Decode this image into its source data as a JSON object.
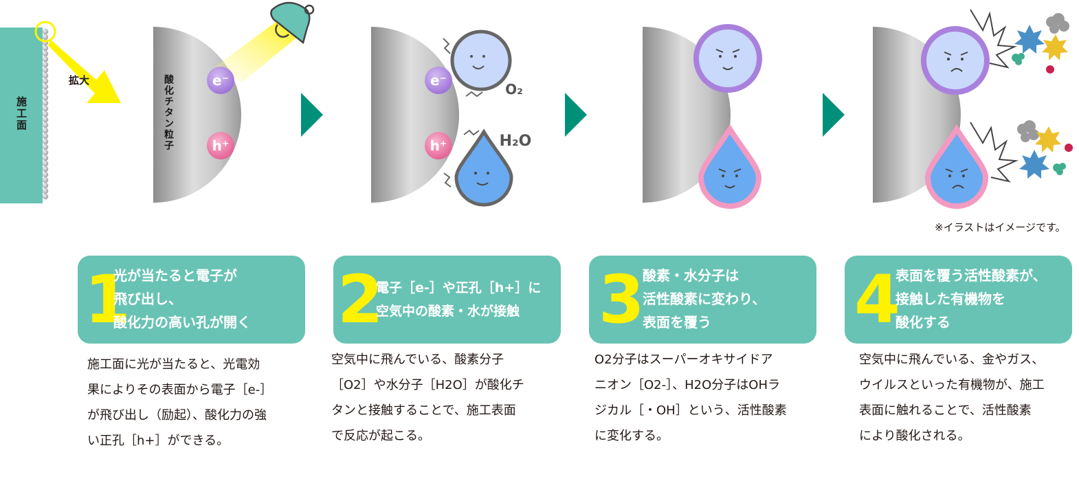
{
  "figure": {
    "surface_label": "施工面",
    "zoom_label": "拡大",
    "particle_label": "酸化チタン粒子",
    "electron": "e⁻",
    "hole": "h⁺",
    "oxygen_molecule": "O₂",
    "water_molecule": "H₂O",
    "illustration_note": "※イラストはイメージです。"
  },
  "colors": {
    "teal": "#68c3b4",
    "arrow_teal": "#00907a",
    "yellow": "#fff200",
    "electron_purple": "#a981dc",
    "hole_pink": "#ec6c9d",
    "oxygen_fill": "#c9d9fb",
    "water_blue": "#6aaaf0"
  },
  "steps": [
    {
      "number": "1",
      "heading": "光が当たると電子が\n飛び出し、\n酸化力の高い孔が開く",
      "body": "施工面に光が当たると、光電効\n果によりその表面から電子［e-］\nが飛び出し（励起）、酸化力の強\nい正孔［h+］ができる。"
    },
    {
      "number": "2",
      "heading": "電子［e-］や正孔［h+］に\n空気中の酸素・水が接触",
      "body": "空気中に飛んでいる、酸素分子\n［O2］や水分子［H2O］が酸化チ\nタンと接触することで、施工表面\nで反応が起こる。"
    },
    {
      "number": "3",
      "heading": "酸素・水分子は\n活性酸素に変わり、\n表面を覆う",
      "body": "O2分子はスーパーオキサイドア\nニオン［O2-］、H2O分子はOHラ\nジカル［・OH］という、活性酸素\nに変化する。"
    },
    {
      "number": "4",
      "heading": "表面を覆う活性酸素が、\n接触した有機物を\n酸化する",
      "body": "空気中に飛んでいる、金やガス、\nウイルスといった有機物が、施工\n表面に触れることで、活性酸素\nにより酸化される。"
    }
  ]
}
